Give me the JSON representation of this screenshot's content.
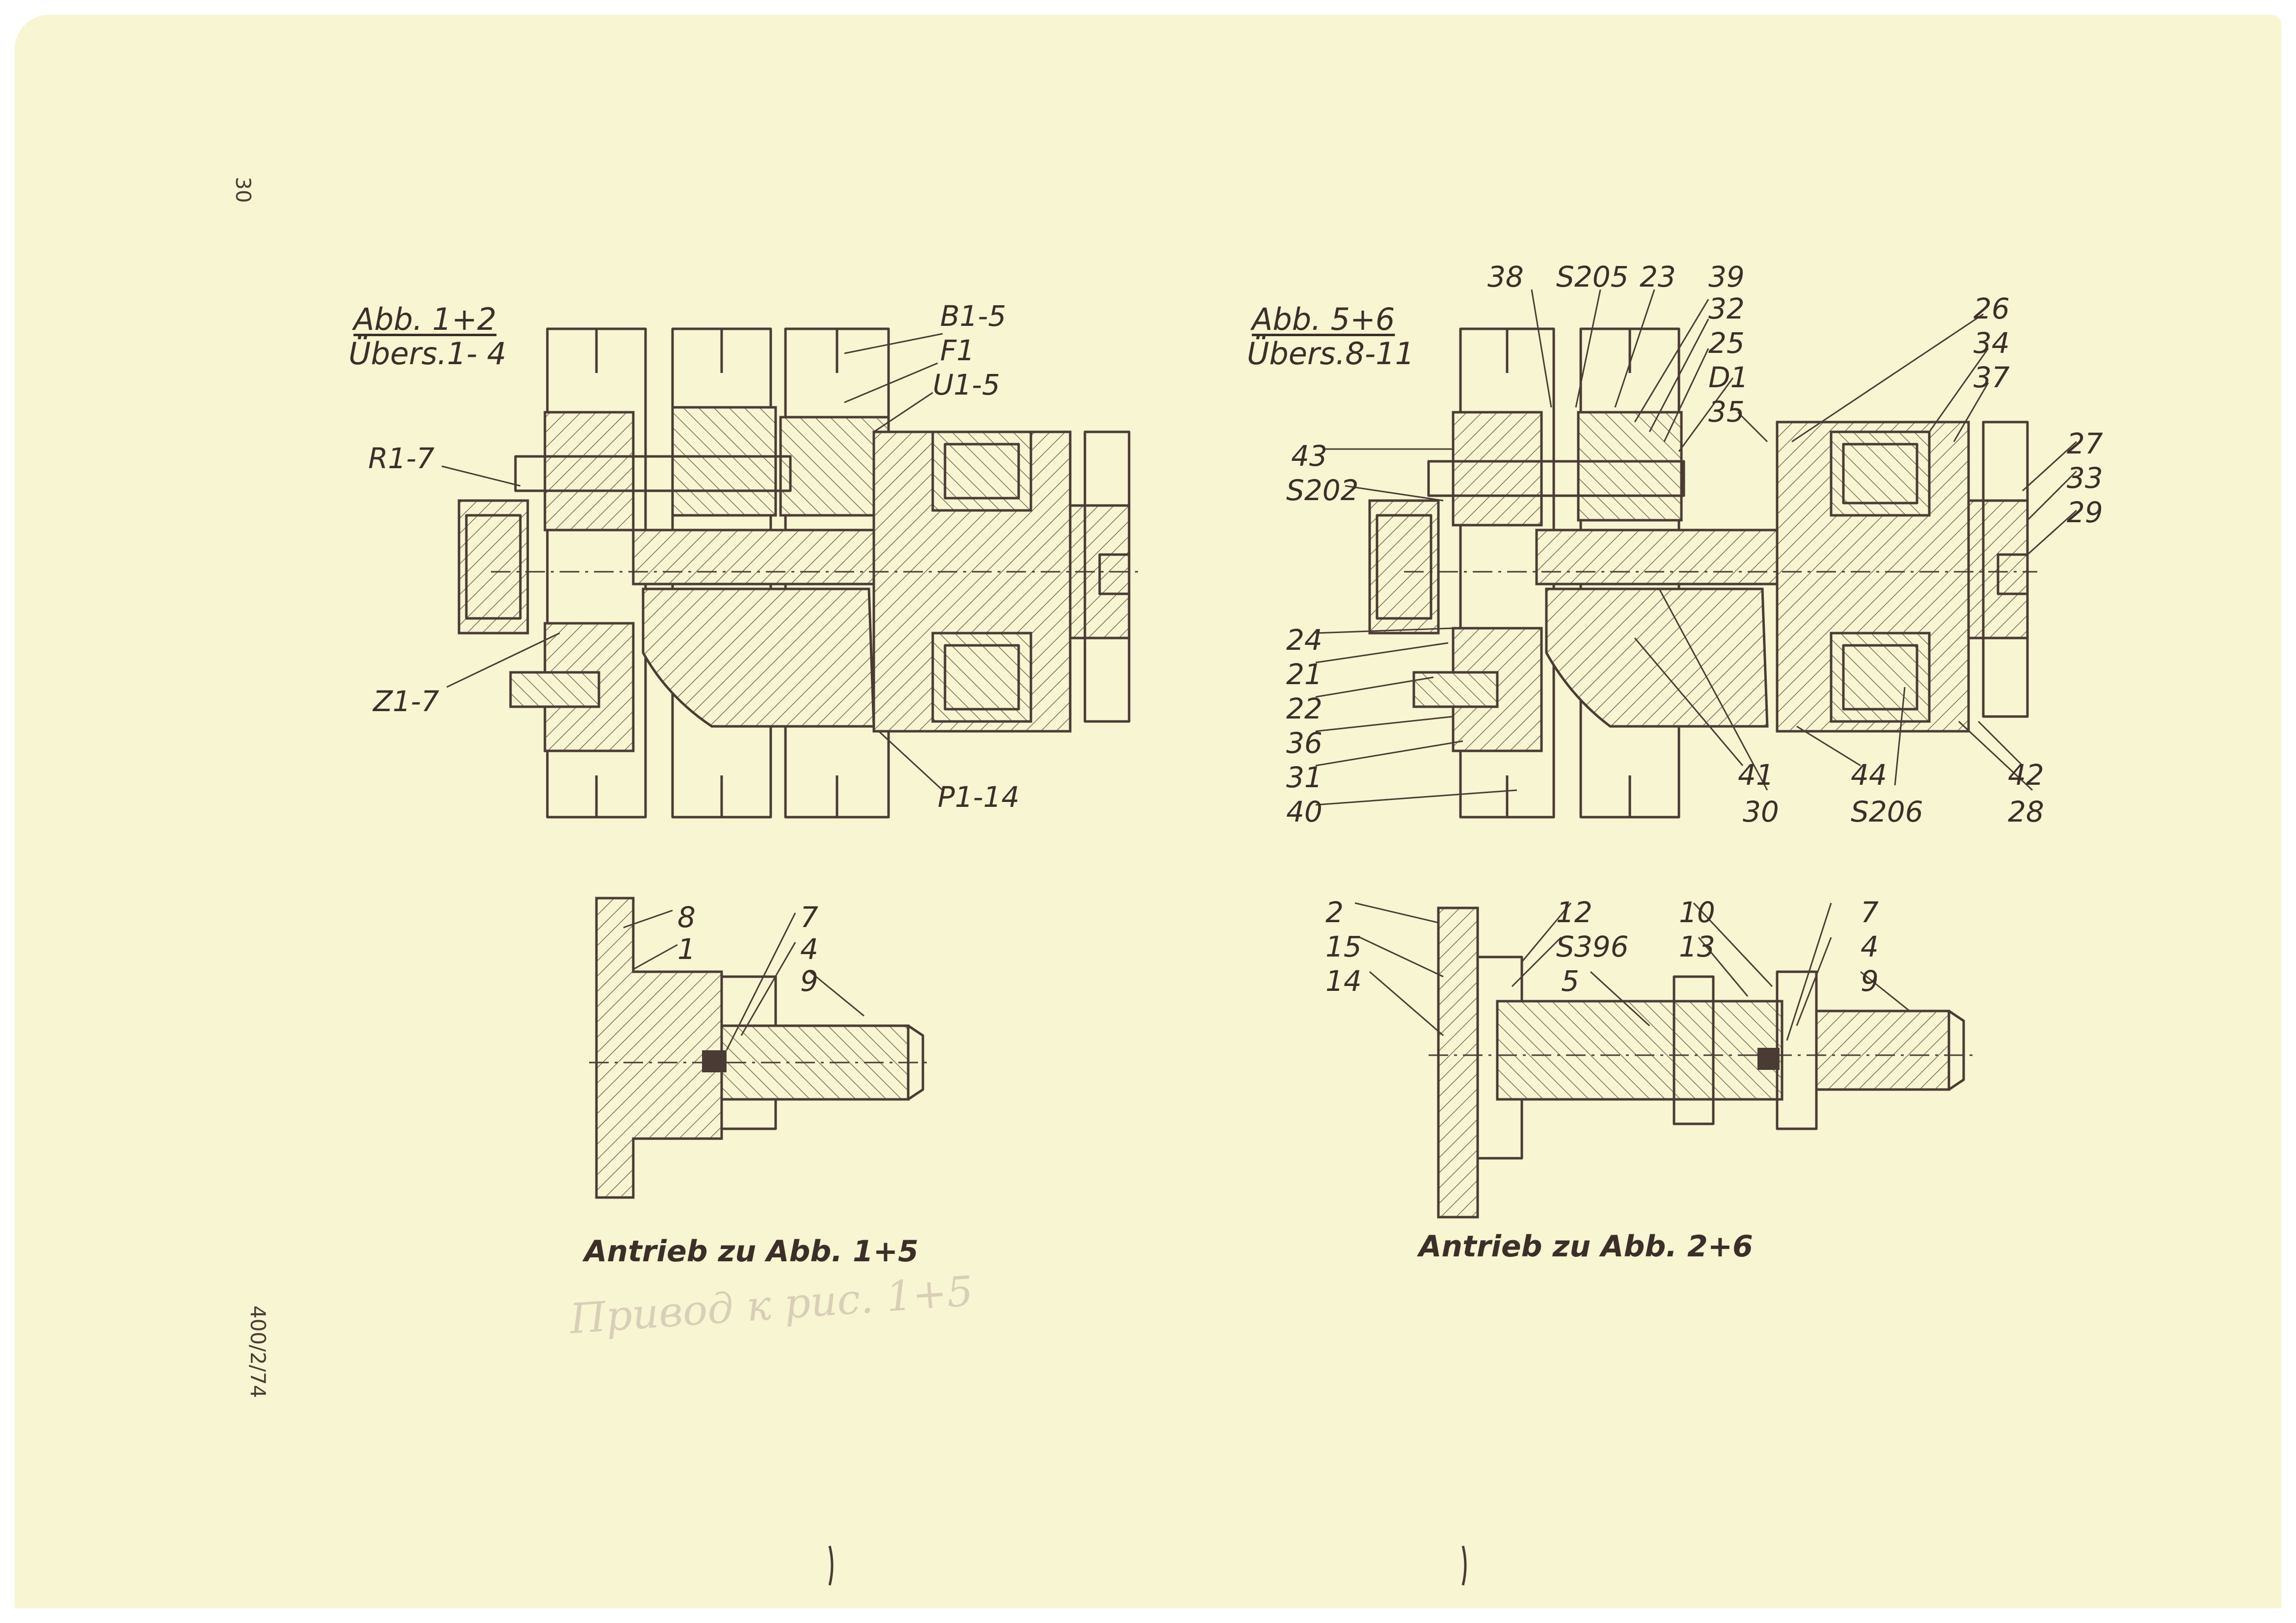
{
  "page_number": "30",
  "doc_code": "400/2/74",
  "pencil_note": "Привод к рис. 1+5",
  "fig1": {
    "title": "Abb. 1+2",
    "subtitle": "Übers.1- 4",
    "labels": [
      "B1-5",
      "F1",
      "U1-5",
      "R1-7",
      "Z1-7",
      "P1-14"
    ]
  },
  "fig2": {
    "title": "Abb. 5+6",
    "subtitle": "Übers.8-11",
    "labels": [
      "38",
      "S205",
      "23",
      "39",
      "32",
      "25",
      "D1",
      "35",
      "26",
      "34",
      "37",
      "27",
      "33",
      "29",
      "43",
      "S202",
      "24",
      "21",
      "22",
      "36",
      "31",
      "40",
      "41",
      "30",
      "44",
      "S206",
      "42",
      "28"
    ]
  },
  "fig3": {
    "caption": "Antrieb zu Abb. 1+5",
    "labels": [
      "8",
      "1",
      "7",
      "4",
      "9"
    ]
  },
  "fig4": {
    "caption": "Antrieb zu Abb. 2+6",
    "labels": [
      "2",
      "15",
      "14",
      "12",
      "S396",
      "5",
      "10",
      "13",
      "7",
      "4",
      "9"
    ]
  }
}
